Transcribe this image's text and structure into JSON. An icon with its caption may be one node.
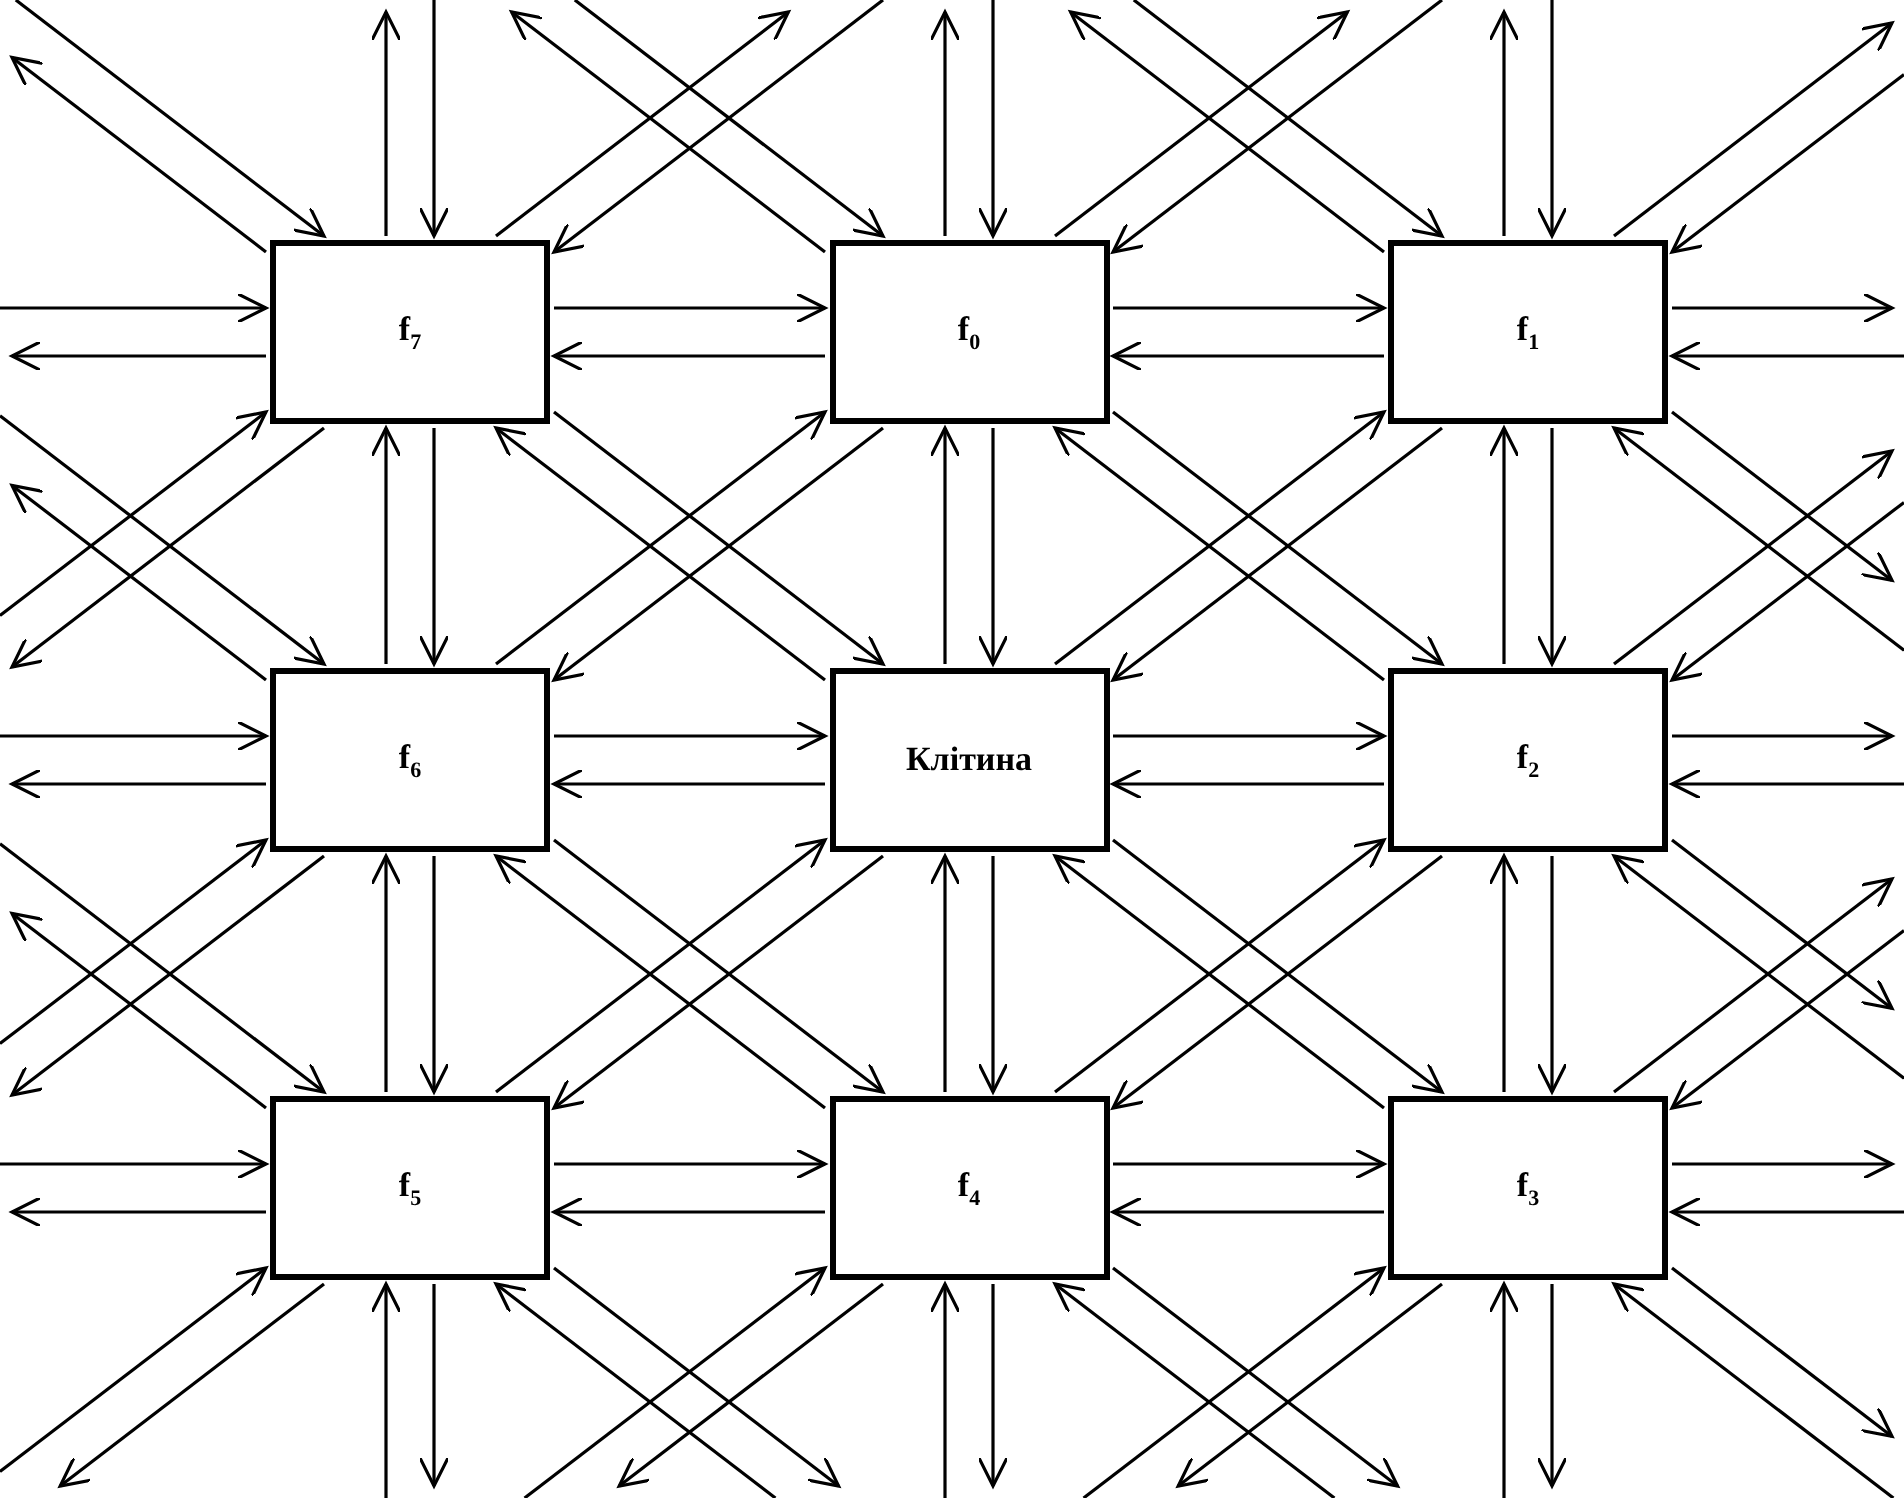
{
  "diagram": {
    "nodes": [
      {
        "text": [
          "f$_{7}$"
        ]
      },
      {
        "text": [
          "f$_{0}$"
        ]
      },
      {
        "text": [
          "f$_{1}$"
        ]
      },
      {
        "text": [
          "f$_{6}$"
        ]
      },
      {
        "text": [
          "Клітина"
        ]
      },
      {
        "text": [
          "f$_{2}$"
        ]
      },
      {
        "text": [
          "f$_{5}$"
        ]
      },
      {
        "text": [
          "f$_{4}$"
        ]
      },
      {
        "text": [
          "f$_{3}$"
        ]
      }
    ],
    "edges": [
      {
        "from": 0,
        "to": 1,
        "arrow": "to"
      },
      {
        "from": 1,
        "to": 0,
        "arrow": "to"
      },
      {
        "from": 1,
        "to": 2,
        "arrow": "to"
      },
      {
        "from": 2,
        "to": 1,
        "arrow": "to"
      },
      {
        "from": 3,
        "to": 4,
        "arrow": "to"
      },
      {
        "from": 4,
        "to": 3,
        "arrow": "to"
      },
      {
        "from": 4,
        "to": 5,
        "arrow": "to"
      },
      {
        "from": 5,
        "to": 4,
        "arrow": "to"
      },
      {
        "from": 6,
        "to": 7,
        "arrow": "to"
      },
      {
        "from": 7,
        "to": 6,
        "arrow": "to"
      },
      {
        "from": 7,
        "to": 8,
        "arrow": "to"
      },
      {
        "from": 8,
        "to": 7,
        "arrow": "to"
      },
      {
        "from": 0,
        "to": 3,
        "arrow": "to"
      },
      {
        "from": 3,
        "to": 0,
        "arrow": "to"
      },
      {
        "from": 1,
        "to": 4,
        "arrow": "to"
      },
      {
        "from": 4,
        "to": 1,
        "arrow": "to"
      },
      {
        "from": 2,
        "to": 5,
        "arrow": "to"
      },
      {
        "from": 5,
        "to": 2,
        "arrow": "to"
      },
      {
        "from": 3,
        "to": 6,
        "arrow": "to"
      },
      {
        "from": 6,
        "to": 3,
        "arrow": "to"
      },
      {
        "from": 4,
        "to": 7,
        "arrow": "to"
      },
      {
        "from": 7,
        "to": 4,
        "arrow": "to"
      },
      {
        "from": 5,
        "to": 8,
        "arrow": "to"
      },
      {
        "from": 8,
        "to": 5,
        "arrow": "to"
      },
      {
        "from": 0,
        "to": 4,
        "arrow": "to"
      },
      {
        "from": 4,
        "to": 0,
        "arrow": "to"
      },
      {
        "from": 1,
        "to": 5,
        "arrow": "to"
      },
      {
        "from": 5,
        "to": 1,
        "arrow": "to"
      },
      {
        "from": 3,
        "to": 7,
        "arrow": "to"
      },
      {
        "from": 7,
        "to": 3,
        "arrow": "to"
      },
      {
        "from": 4,
        "to": 8,
        "arrow": "to"
      },
      {
        "from": 8,
        "to": 4,
        "arrow": "to"
      },
      {
        "from": 1,
        "to": 3,
        "arrow": "to"
      },
      {
        "from": 3,
        "to": 1,
        "arrow": "to"
      },
      {
        "from": 2,
        "to": 4,
        "arrow": "to"
      },
      {
        "from": 4,
        "to": 2,
        "arrow": "to"
      },
      {
        "from": 4,
        "to": 6,
        "arrow": "to"
      },
      {
        "from": 6,
        "to": 4,
        "arrow": "to"
      },
      {
        "from": 5,
        "to": 7,
        "arrow": "to"
      },
      {
        "from": 7,
        "to": 5,
        "arrow": "to"
      },
      {
        "from": 0,
        "to": null,
        "arrow": "to"
      },
      {
        "from": null,
        "to": 0,
        "arrow": "to"
      },
      {
        "from": 0,
        "to": null,
        "arrow": "to"
      },
      {
        "from": null,
        "to": 0,
        "arrow": "to"
      },
      {
        "from": 0,
        "to": null,
        "arrow": "to"
      },
      {
        "from": null,
        "to": 0,
        "arrow": "to"
      },
      {
        "from": 0,
        "to": null,
        "arrow": "to"
      },
      {
        "from": null,
        "to": 0,
        "arrow": "to"
      },
      {
        "from": 0,
        "to": null,
        "arrow": "to"
      },
      {
        "from": null,
        "to": 0,
        "arrow": "to"
      },
      {
        "from": 1,
        "to": null,
        "arrow": "to"
      },
      {
        "from": null,
        "to": 1,
        "arrow": "to"
      },
      {
        "from": 1,
        "to": null,
        "arrow": "to"
      },
      {
        "from": null,
        "to": 1,
        "arrow": "to"
      },
      {
        "from": 1,
        "to": null,
        "arrow": "to"
      },
      {
        "from": null,
        "to": 1,
        "arrow": "to"
      },
      {
        "from": 2,
        "to": null,
        "arrow": "to"
      },
      {
        "from": null,
        "to": 2,
        "arrow": "to"
      },
      {
        "from": 2,
        "to": null,
        "arrow": "to"
      },
      {
        "from": null,
        "to": 2,
        "arrow": "to"
      },
      {
        "from": 2,
        "to": null,
        "arrow": "to"
      },
      {
        "from": null,
        "to": 2,
        "arrow": "to"
      },
      {
        "from": 2,
        "to": null,
        "arrow": "to"
      },
      {
        "from": null,
        "to": 2,
        "arrow": "to"
      },
      {
        "from": 2,
        "to": null,
        "arrow": "to"
      },
      {
        "from": null,
        "to": 2,
        "arrow": "to"
      },
      {
        "from": 3,
        "to": null,
        "arrow": "to"
      },
      {
        "from": null,
        "to": 3,
        "arrow": "to"
      },
      {
        "from": 3,
        "to": null,
        "arrow": "to"
      },
      {
        "from": null,
        "to": 3,
        "arrow": "to"
      },
      {
        "from": 3,
        "to": null,
        "arrow": "to"
      },
      {
        "from": null,
        "to": 3,
        "arrow": "to"
      },
      {
        "from": 5,
        "to": null,
        "arrow": "to"
      },
      {
        "from": null,
        "to": 5,
        "arrow": "to"
      },
      {
        "from": 5,
        "to": null,
        "arrow": "to"
      },
      {
        "from": null,
        "to": 5,
        "arrow": "to"
      },
      {
        "from": 5,
        "to": null,
        "arrow": "to"
      },
      {
        "from": null,
        "to": 5,
        "arrow": "to"
      },
      {
        "from": 6,
        "to": null,
        "arrow": "to"
      },
      {
        "from": null,
        "to": 6,
        "arrow": "to"
      },
      {
        "from": 6,
        "to": null,
        "arrow": "to"
      },
      {
        "from": null,
        "to": 6,
        "arrow": "to"
      },
      {
        "from": 6,
        "to": null,
        "arrow": "to"
      },
      {
        "from": null,
        "to": 6,
        "arrow": "to"
      },
      {
        "from": 6,
        "to": null,
        "arrow": "to"
      },
      {
        "from": null,
        "to": 6,
        "arrow": "to"
      },
      {
        "from": 6,
        "to": null,
        "arrow": "to"
      },
      {
        "from": null,
        "to": 6,
        "arrow": "to"
      },
      {
        "from": 7,
        "to": null,
        "arrow": "to"
      },
      {
        "from": null,
        "to": 7,
        "arrow": "to"
      },
      {
        "from": 7,
        "to": null,
        "arrow": "to"
      },
      {
        "from": null,
        "to": 7,
        "arrow": "to"
      },
      {
        "from": 7,
        "to": null,
        "arrow": "to"
      },
      {
        "from": null,
        "to": 7,
        "arrow": "to"
      },
      {
        "from": 8,
        "to": null,
        "arrow": "to"
      },
      {
        "from": null,
        "to": 8,
        "arrow": "to"
      },
      {
        "from": 8,
        "to": null,
        "arrow": "to"
      },
      {
        "from": null,
        "to": 8,
        "arrow": "to"
      },
      {
        "from": 8,
        "to": null,
        "arrow": "to"
      },
      {
        "from": null,
        "to": 8,
        "arrow": "to"
      },
      {
        "from": 8,
        "to": null,
        "arrow": "to"
      },
      {
        "from": null,
        "to": 8,
        "arrow": "to"
      },
      {
        "from": 8,
        "to": null,
        "arrow": "to"
      },
      {
        "from": null,
        "to": 8,
        "arrow": "to"
      }
    ]
  }
}
